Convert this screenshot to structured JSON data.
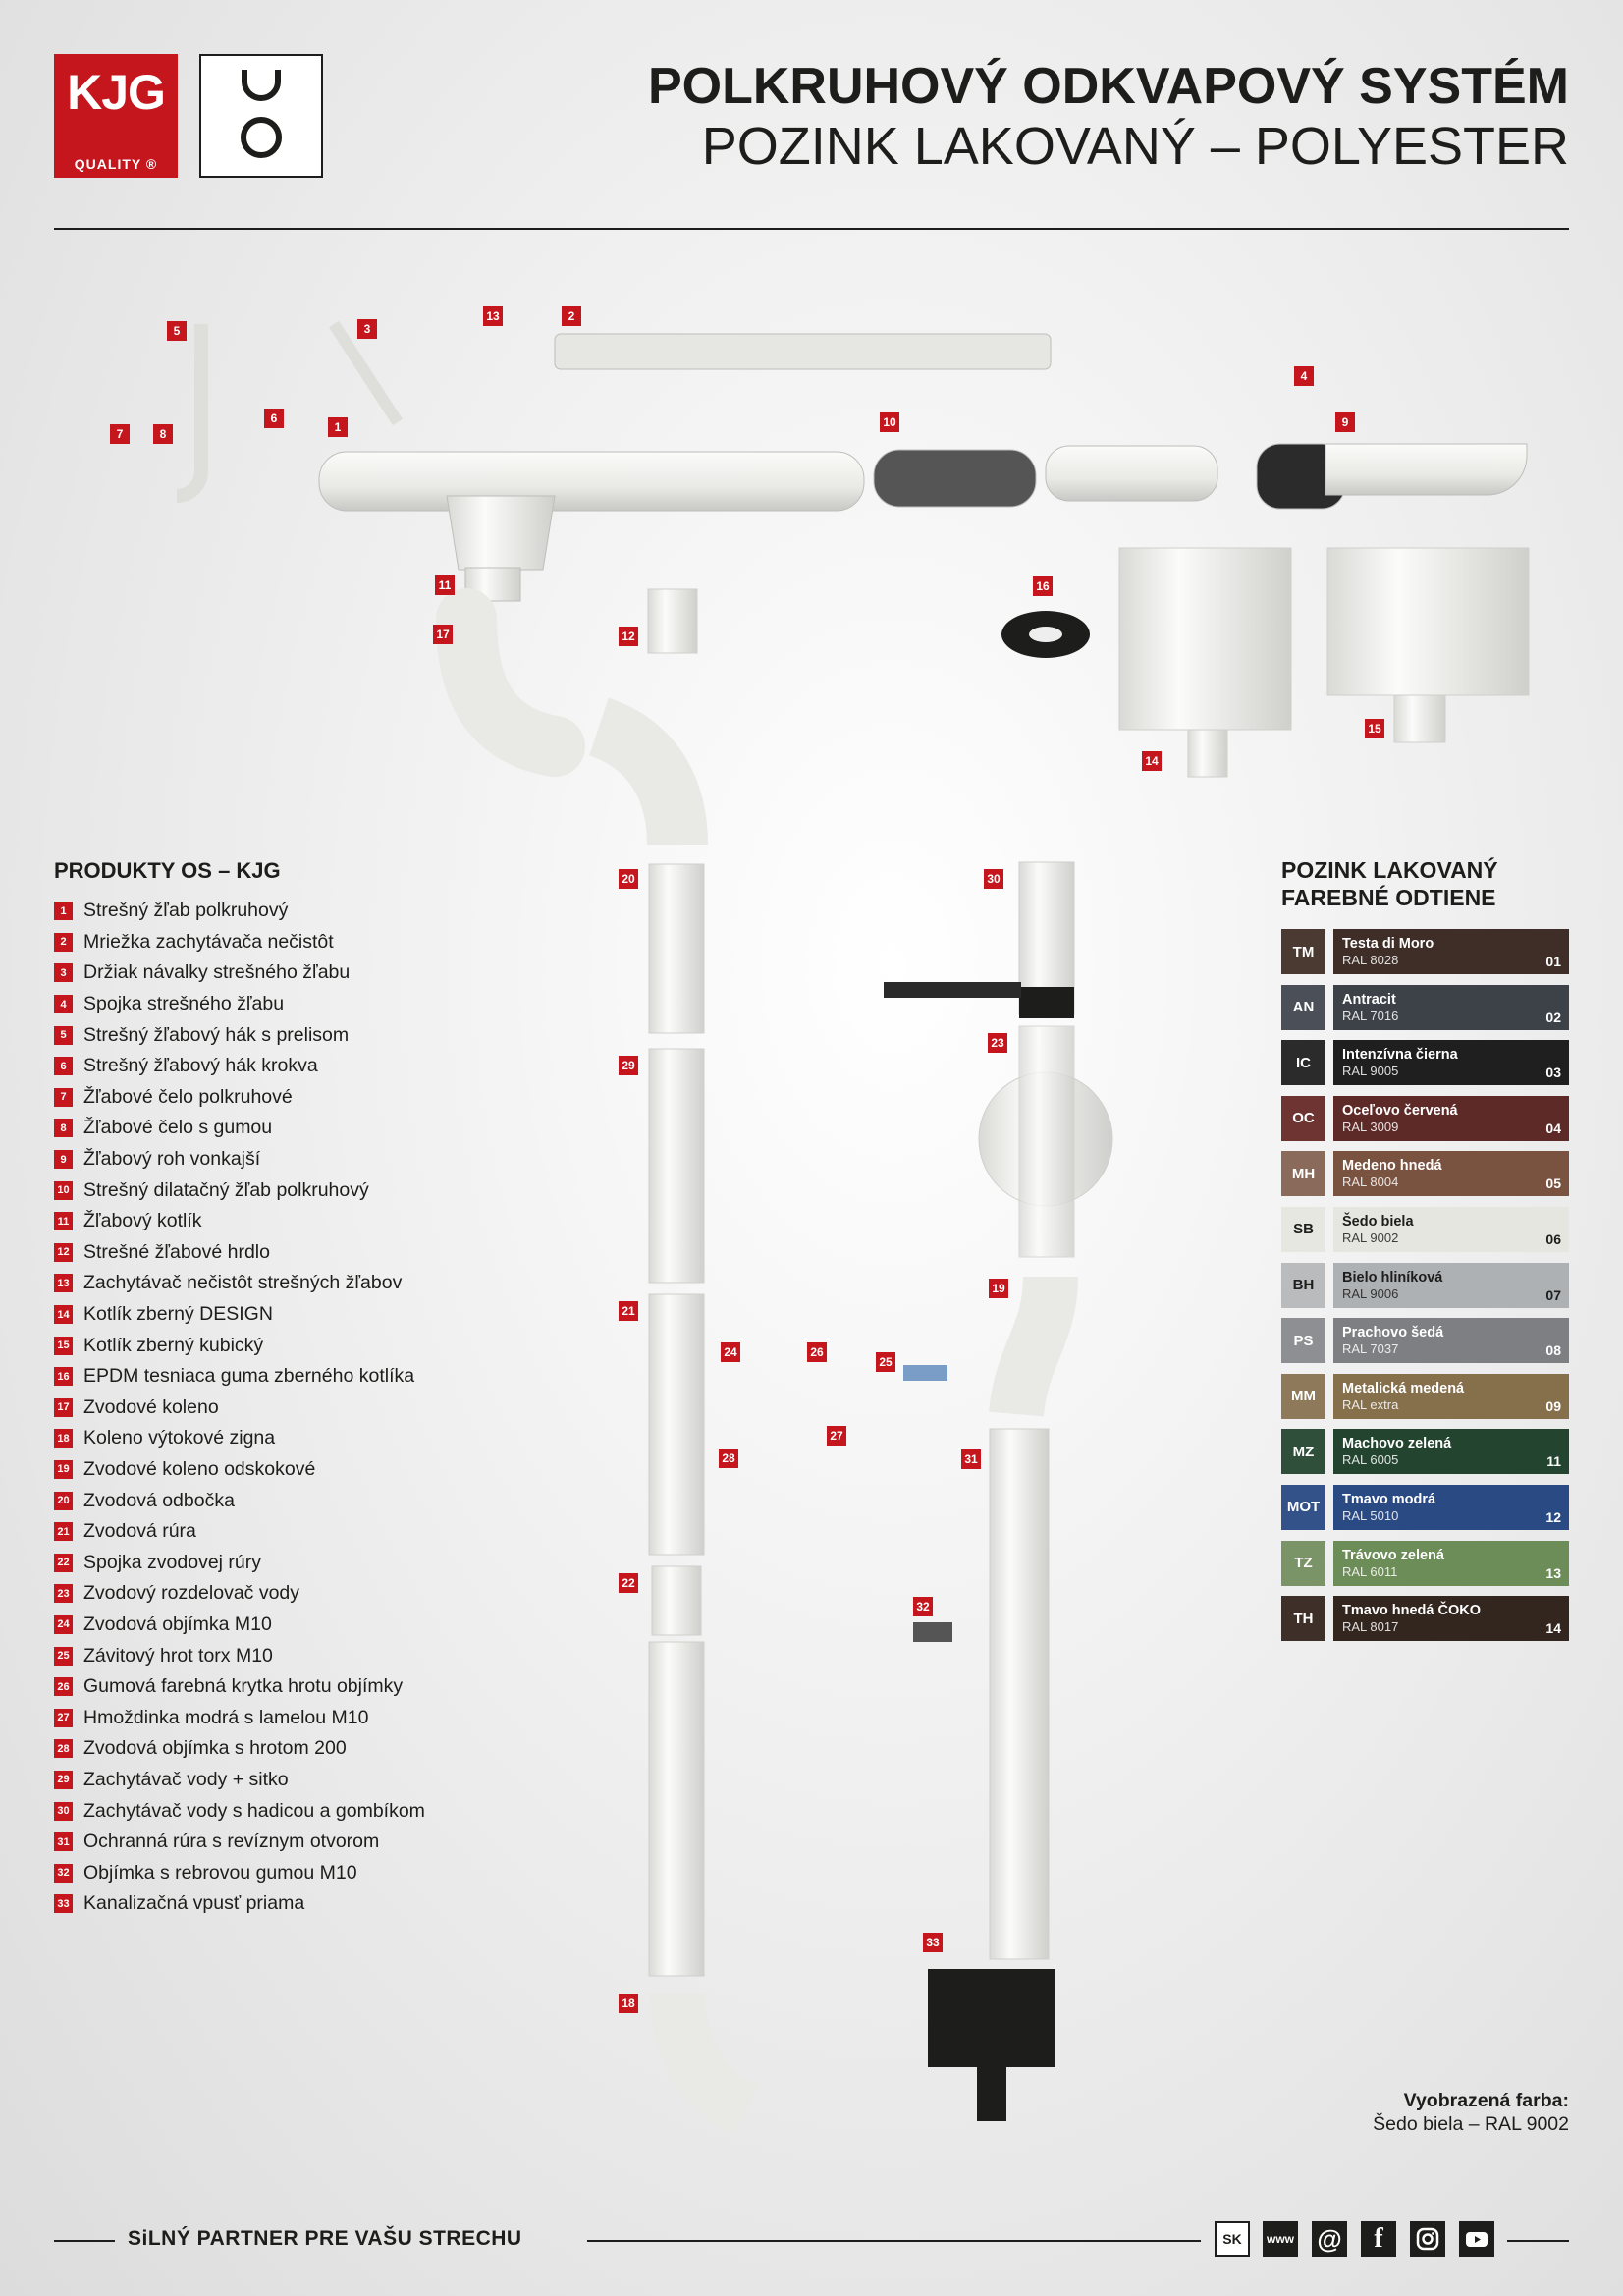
{
  "header": {
    "logo_kjg": "KJG",
    "logo_quality": "QUALITY ®",
    "title_line1": "POLKRUHOVÝ ODKVAPOVÝ SYSTÉM",
    "title_line2": "POZINK LAKOVANÝ – POLYESTER"
  },
  "products": {
    "title": "PRODUKTY OS – KJG",
    "items": [
      {
        "num": "1",
        "label": "Strešný žľab polkruhový"
      },
      {
        "num": "2",
        "label": "Mriežka zachytávača nečistôt"
      },
      {
        "num": "3",
        "label": "Držiak návalky strešného žľabu"
      },
      {
        "num": "4",
        "label": "Spojka strešného žľabu"
      },
      {
        "num": "5",
        "label": "Strešný žľabový hák s prelisom"
      },
      {
        "num": "6",
        "label": "Strešný žľabový hák krokva"
      },
      {
        "num": "7",
        "label": "Žľabové čelo polkruhové"
      },
      {
        "num": "8",
        "label": "Žľabové čelo s gumou"
      },
      {
        "num": "9",
        "label": "Žľabový roh vonkajší"
      },
      {
        "num": "10",
        "label": "Strešný dilatačný žľab polkruhový"
      },
      {
        "num": "11",
        "label": "Žľabový kotlík"
      },
      {
        "num": "12",
        "label": "Strešné žľabové hrdlo"
      },
      {
        "num": "13",
        "label": "Zachytávač nečistôt strešných žľabov"
      },
      {
        "num": "14",
        "label": "Kotlík zberný DESIGN"
      },
      {
        "num": "15",
        "label": "Kotlík zberný kubický"
      },
      {
        "num": "16",
        "label": "EPDM tesniaca guma zberného kotlíka"
      },
      {
        "num": "17",
        "label": "Zvodové koleno"
      },
      {
        "num": "18",
        "label": "Koleno výtokové zigna"
      },
      {
        "num": "19",
        "label": "Zvodové koleno odskokové"
      },
      {
        "num": "20",
        "label": "Zvodová odbočka"
      },
      {
        "num": "21",
        "label": "Zvodová rúra"
      },
      {
        "num": "22",
        "label": "Spojka zvodovej rúry"
      },
      {
        "num": "23",
        "label": "Zvodový rozdelovač vody"
      },
      {
        "num": "24",
        "label": "Zvodová objímka M10"
      },
      {
        "num": "25",
        "label": "Závitový hrot torx M10"
      },
      {
        "num": "26",
        "label": "Gumová farebná krytka hrotu objímky"
      },
      {
        "num": "27",
        "label": "Hmoždinka modrá s lamelou M10"
      },
      {
        "num": "28",
        "label": "Zvodová objímka s hrotom 200"
      },
      {
        "num": "29",
        "label": "Zachytávač vody + sitko"
      },
      {
        "num": "30",
        "label": "Zachytávač vody s hadicou a gombíkom"
      },
      {
        "num": "31",
        "label": "Ochranná rúra s revíznym otvorom"
      },
      {
        "num": "32",
        "label": "Objímka s rebrovou gumou M10"
      },
      {
        "num": "33",
        "label": "Kanalizačná vpusť priama"
      }
    ]
  },
  "colors": {
    "title_line1": "POZINK LAKOVANÝ",
    "title_line2": "FAREBNÉ ODTIENE",
    "items": [
      {
        "code": "TM",
        "name": "Testa di Moro",
        "ral": "RAL 8028",
        "no": "01",
        "code_bg": "#4a3a32",
        "swatch": "#3e2e27",
        "text_dark": false
      },
      {
        "code": "AN",
        "name": "Antracit",
        "ral": "RAL 7016",
        "no": "02",
        "code_bg": "#4b5058",
        "swatch": "#3d4249",
        "text_dark": false
      },
      {
        "code": "IC",
        "name": "Intenzívna čierna",
        "ral": "RAL 9005",
        "no": "03",
        "code_bg": "#2b2b2b",
        "swatch": "#1f1f1f",
        "text_dark": false
      },
      {
        "code": "OC",
        "name": "Oceľovo červená",
        "ral": "RAL 3009",
        "no": "04",
        "code_bg": "#6e3432",
        "swatch": "#5e2a28",
        "text_dark": false
      },
      {
        "code": "MH",
        "name": "Medeno hnedá",
        "ral": "RAL 8004",
        "no": "05",
        "code_bg": "#8a6a5a",
        "swatch": "#7a5240",
        "text_dark": false
      },
      {
        "code": "SB",
        "name": "Šedo biela",
        "ral": "RAL 9002",
        "no": "06",
        "code_bg": "#e7e7e2",
        "swatch": "#e6e6e1",
        "text_dark": true
      },
      {
        "code": "BH",
        "name": "Bielo hliníková",
        "ral": "RAL 9006",
        "no": "07",
        "code_bg": "#b9bbbd",
        "swatch": "#aeb1b4",
        "text_dark": true
      },
      {
        "code": "PS",
        "name": "Prachovo šedá",
        "ral": "RAL 7037",
        "no": "08",
        "code_bg": "#8d8f93",
        "swatch": "#7d7f83",
        "text_dark": false
      },
      {
        "code": "MM",
        "name": "Metalická medená",
        "ral": "RAL extra",
        "no": "09",
        "code_bg": "#8e7a5a",
        "swatch": "#86704c",
        "text_dark": false
      },
      {
        "code": "MZ",
        "name": "Machovo zelená",
        "ral": "RAL 6005",
        "no": "11",
        "code_bg": "#2f4f3a",
        "swatch": "#23442f",
        "text_dark": false
      },
      {
        "code": "MOT",
        "name": "Tmavo modrá",
        "ral": "RAL 5010",
        "no": "12",
        "code_bg": "#34528a",
        "swatch": "#2a4a84",
        "text_dark": false
      },
      {
        "code": "TZ",
        "name": "Trávovo zelená",
        "ral": "RAL 6011",
        "no": "13",
        "code_bg": "#7a9468",
        "swatch": "#6c8c58",
        "text_dark": false
      },
      {
        "code": "TH",
        "name": "Tmavo hnedá ČOKO",
        "ral": "RAL 8017",
        "no": "14",
        "code_bg": "#3e3028",
        "swatch": "#33261f",
        "text_dark": false
      }
    ]
  },
  "shown_color": {
    "label": "Vyobrazená farba:",
    "value": "Šedo biela – RAL 9002"
  },
  "diagram_badges": [
    "5",
    "3",
    "13",
    "2",
    "7",
    "8",
    "6",
    "1",
    "10",
    "4",
    "9",
    "11",
    "17",
    "12",
    "16",
    "14",
    "15",
    "20",
    "29",
    "21",
    "24",
    "26",
    "25",
    "27",
    "28",
    "22",
    "18",
    "30",
    "23",
    "19",
    "31",
    "32",
    "33"
  ],
  "footer": {
    "slogan": "SiLNÝ PARTNER PRE VAŠU STRECHU",
    "lang": "SK",
    "icons": [
      "www-icon",
      "email-icon",
      "facebook-icon",
      "instagram-icon",
      "youtube-icon"
    ],
    "www_label": "www"
  }
}
